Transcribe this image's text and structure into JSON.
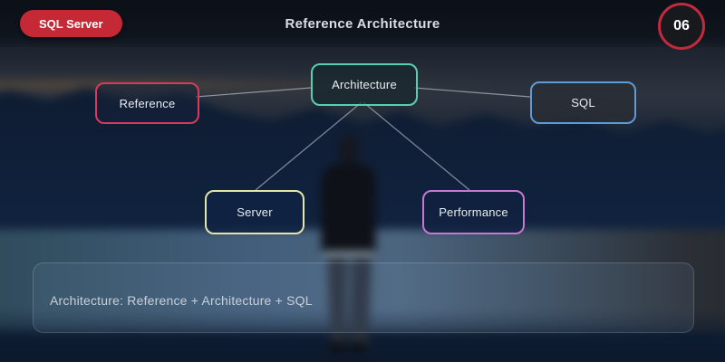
{
  "header": {
    "badge": "SQL Server",
    "title": "Reference Architecture",
    "slide_number": "06"
  },
  "diagram": {
    "nodes": [
      {
        "id": "architecture",
        "label": "Architecture",
        "accent": "#57d0b2"
      },
      {
        "id": "reference",
        "label": "Reference",
        "accent": "#d63a5e"
      },
      {
        "id": "sql",
        "label": "SQL",
        "accent": "#5e9bd6"
      },
      {
        "id": "server",
        "label": "Server",
        "accent": "#e3e5ab"
      },
      {
        "id": "performance",
        "label": "Performance",
        "accent": "#c678d2"
      }
    ],
    "edges": [
      {
        "from": "architecture",
        "to": "reference"
      },
      {
        "from": "architecture",
        "to": "sql"
      },
      {
        "from": "architecture",
        "to": "server"
      },
      {
        "from": "architecture",
        "to": "performance"
      }
    ]
  },
  "caption": {
    "text": "Architecture: Reference + Architecture + SQL"
  },
  "colors": {
    "badge_red": "#c52936",
    "slide_circle_border": "#c22b3d",
    "node_text": "#e9edf1",
    "title_text": "#d9dee3",
    "caption_text": "#c7d0d8",
    "background_navy": "#0e1c30",
    "connector_line": "rgba(222,228,234,0.55)"
  }
}
